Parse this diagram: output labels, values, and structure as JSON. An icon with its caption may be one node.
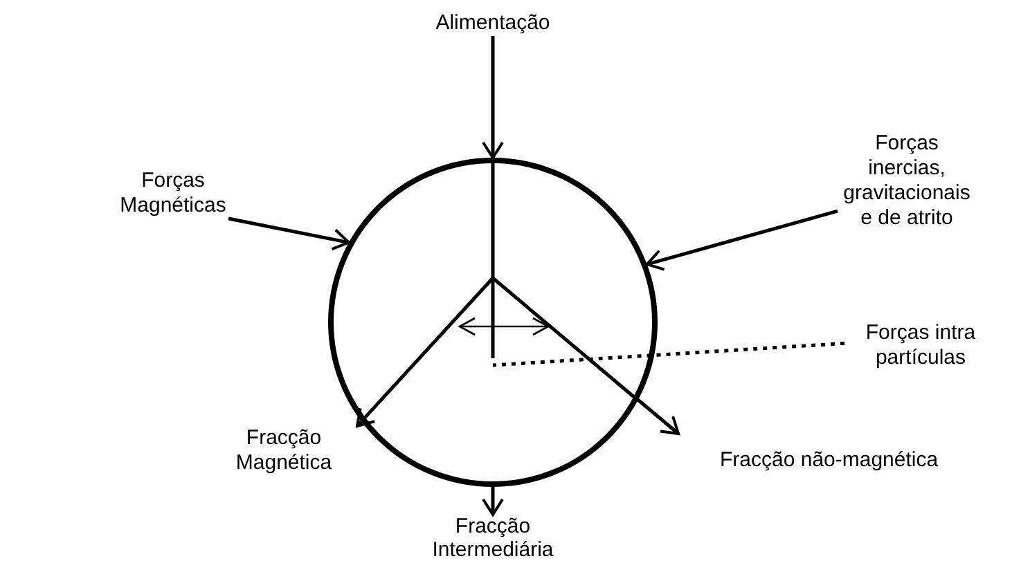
{
  "diagram": {
    "nodes": [
      {
        "text": [
          "Alimentação"
        ]
      },
      {
        "text": [],
        "shape": "circle"
      },
      {
        "text": [
          "Forças Magnéticas"
        ]
      },
      {
        "text": [
          "Forças inercias, gravitacionais e de atrito"
        ]
      },
      {
        "text": [
          "Forças intra partículas"
        ]
      },
      {
        "text": [
          "Fracção Magnética"
        ]
      },
      {
        "text": [
          "Fracção Intermediária"
        ]
      },
      {
        "text": [
          "Fracção não-magnética"
        ]
      }
    ],
    "edges": [
      {
        "from": 0,
        "to": 1,
        "arrow": "to"
      },
      {
        "from": 2,
        "to": 1,
        "arrow": "to"
      },
      {
        "from": 3,
        "to": 1,
        "arrow": "to"
      },
      {
        "from": 4,
        "to": 1,
        "arrow": "none",
        "style": "dashed"
      },
      {
        "from": 1,
        "to": 5,
        "arrow": "to"
      },
      {
        "from": 1,
        "to": 6,
        "arrow": "to"
      },
      {
        "from": 1,
        "to": 7,
        "arrow": "to"
      }
    ]
  }
}
